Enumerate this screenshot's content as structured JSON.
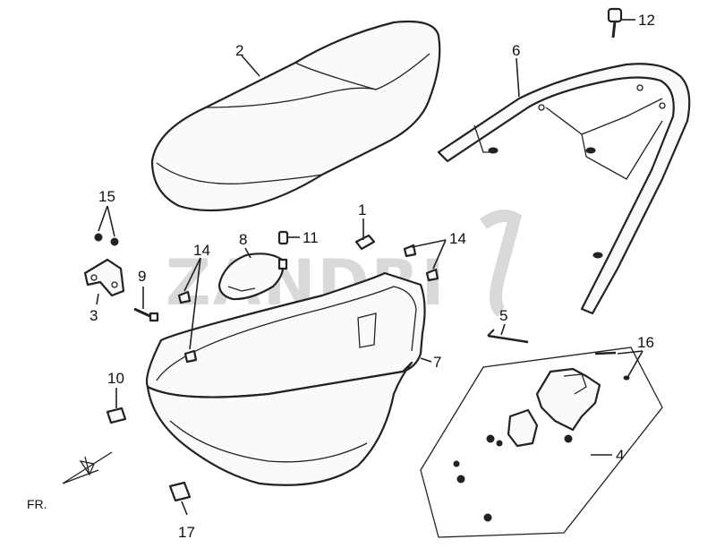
{
  "watermark": "ZANDRI",
  "direction_label": "FR.",
  "callouts": {
    "c1": "1",
    "c2": "2",
    "c3": "3",
    "c4": "4",
    "c5": "5",
    "c6": "6",
    "c7": "7",
    "c8": "8",
    "c9": "9",
    "c10": "10",
    "c11": "11",
    "c12": "12",
    "c14a": "14",
    "c14b": "14",
    "c15": "15",
    "c16": "16",
    "c17": "17"
  }
}
